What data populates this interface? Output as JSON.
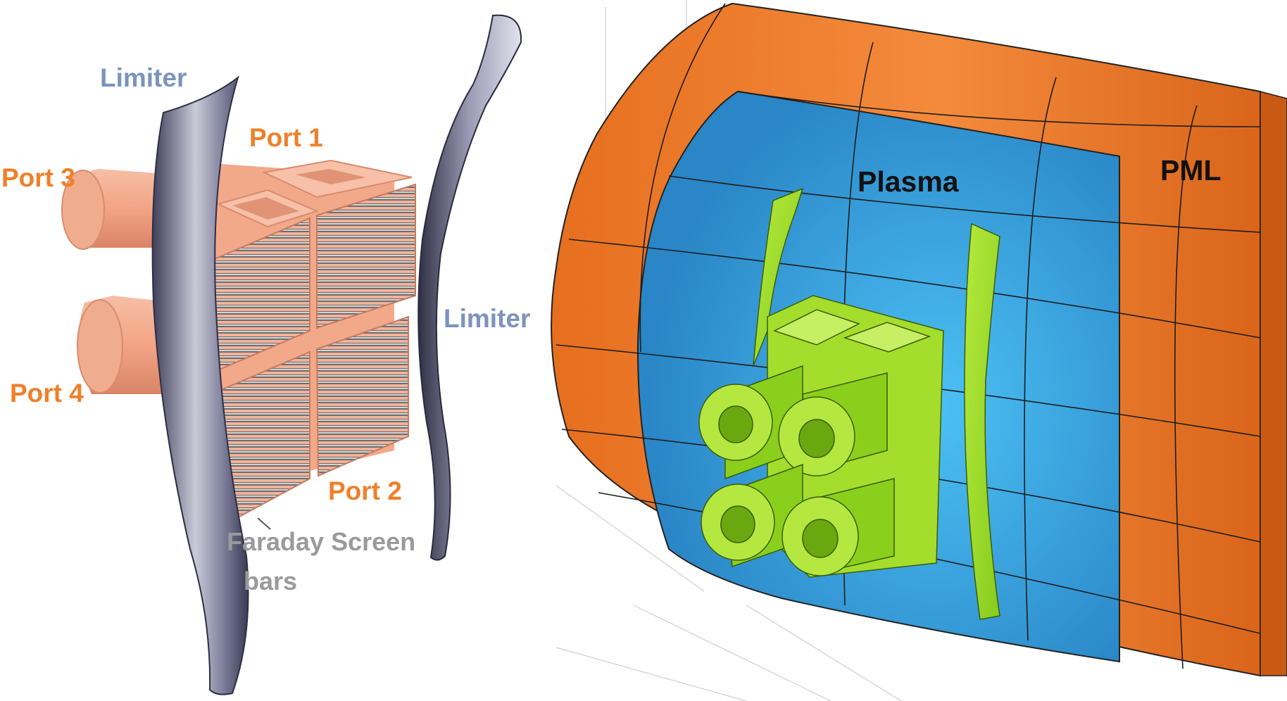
{
  "left_panel": {
    "labels": {
      "limiter_top": "Limiter",
      "limiter_right": "Limiter",
      "port1": "Port 1",
      "port2": "Port 2",
      "port3": "Port 3",
      "port4": "Port 4",
      "faraday_line1": "Faraday Screen",
      "faraday_line2": "bars"
    },
    "colors": {
      "port_label": "#f07f2a",
      "limiter_label": "#7b93bd",
      "faraday_label": "#9a9a9a",
      "copper": "#f2a98a",
      "limiter_metal": "#5b5c78"
    }
  },
  "right_panel": {
    "labels": {
      "plasma": "Plasma",
      "pml": "PML"
    },
    "colors": {
      "pml": "#ec7a2e",
      "plasma": "#2f9fe0",
      "antenna": "#9bdc2a",
      "mesh_lines": "#222222",
      "axes_grid": "#cfcfcf"
    }
  }
}
